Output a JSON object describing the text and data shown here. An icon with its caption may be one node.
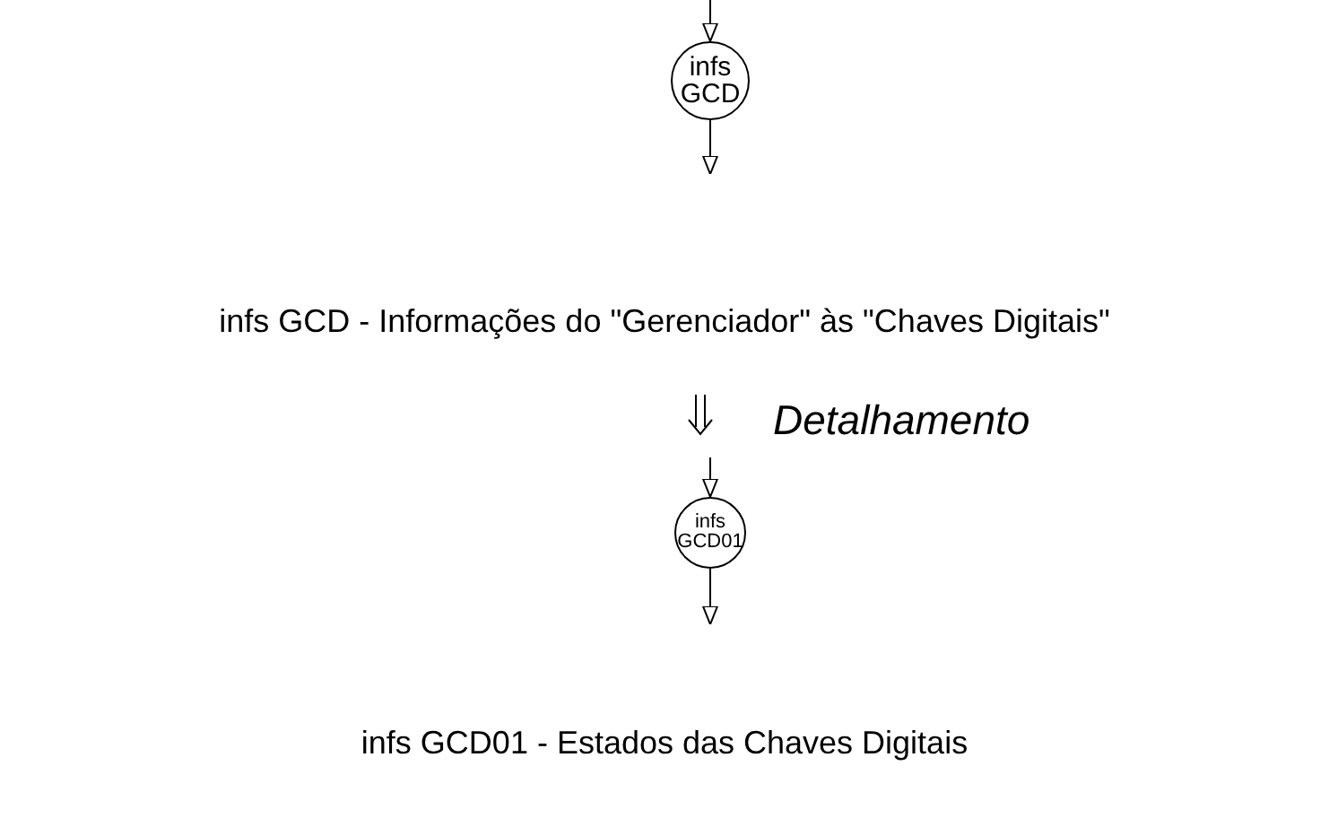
{
  "diagram": {
    "nodes": [
      {
        "text": [
          "infs GCD"
        ]
      },
      {
        "text": [
          "infs GCD01"
        ]
      }
    ],
    "edges": [
      {
        "from": null,
        "to": 0,
        "arrow": "to"
      },
      {
        "from": 0,
        "to": null,
        "arrow": "to"
      },
      {
        "from": null,
        "to": 1,
        "arrow": "to"
      },
      {
        "from": 1,
        "to": null,
        "arrow": "to"
      }
    ],
    "labels": [
      "infs GCD - Informações do \"Gerenciador\" às \"Chaves Digitais\"",
      "Detalhamento",
      "infs GCD01 - Estados das Chaves Digitais"
    ]
  }
}
